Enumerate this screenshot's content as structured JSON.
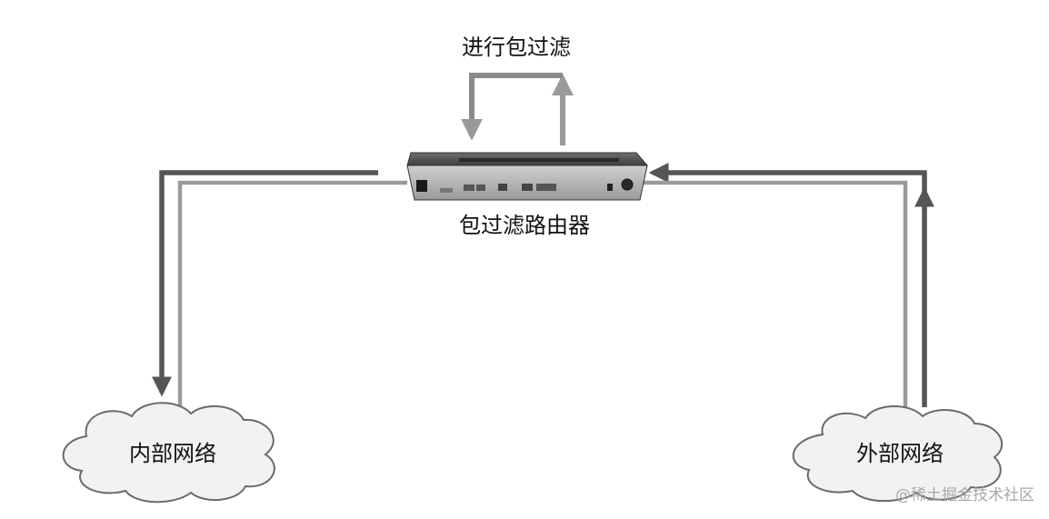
{
  "labels": {
    "filter_action": "进行包过滤",
    "router": "包过滤路由器",
    "internal_network": "内部网络",
    "external_network": "外部网络"
  },
  "watermark": "@稀土掘金技术社区",
  "colors": {
    "arrow_dark": "#555555",
    "arrow_light": "#9a9a9a",
    "cloud_fill": "#f2f2f2",
    "cloud_stroke": "#6a6a6a",
    "router_body": "#4a4a4a"
  }
}
